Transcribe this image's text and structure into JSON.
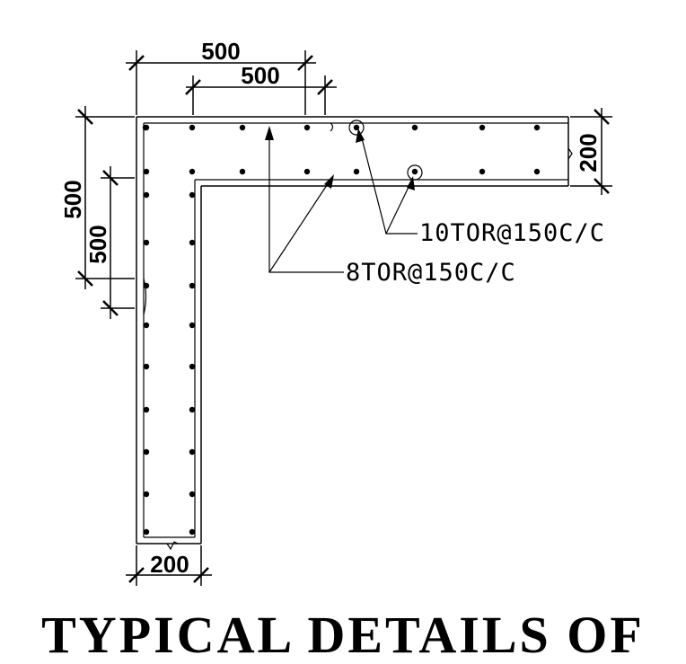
{
  "dimensions": {
    "top_outer": "500",
    "top_inner": "500",
    "left_outer": "500",
    "left_inner": "500",
    "right_thickness": "200",
    "bottom_thickness": "200"
  },
  "callouts": {
    "main_bars": "10TOR@150C/C",
    "distribution_bars": "8TOR@150C/C"
  },
  "title": "TYPICAL DETAILS OF"
}
